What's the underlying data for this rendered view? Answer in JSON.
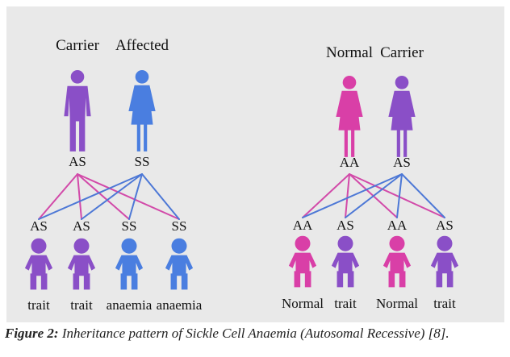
{
  "colors": {
    "panel_bg": "#e9e9e9",
    "purple": "#8a4fc7",
    "blue": "#4a7ee0",
    "magenta": "#d93fa7",
    "line_magenta": "#d24aa9",
    "line_blue": "#4d78d6"
  },
  "left_family": {
    "parents": [
      {
        "role": "Carrier",
        "genotype": "AS",
        "sex": "male",
        "color": "purple",
        "icon": "male-figure-icon"
      },
      {
        "role": "Affected",
        "genotype": "SS",
        "sex": "female",
        "color": "blue",
        "icon": "female-figure-icon"
      }
    ],
    "children": [
      {
        "genotype": "AS",
        "outcome": "trait",
        "color": "purple",
        "icon": "child-figure-icon"
      },
      {
        "genotype": "AS",
        "outcome": "trait",
        "color": "purple",
        "icon": "child-figure-icon"
      },
      {
        "genotype": "SS",
        "outcome": "anaemia",
        "color": "blue",
        "icon": "child-figure-icon"
      },
      {
        "genotype": "SS",
        "outcome": "anaemia",
        "color": "blue",
        "icon": "child-figure-icon"
      }
    ]
  },
  "right_family": {
    "parents": [
      {
        "role": "Normal",
        "genotype": "AA",
        "sex": "female",
        "color": "magenta",
        "icon": "female-figure-icon"
      },
      {
        "role": "Carrier",
        "genotype": "AS",
        "sex": "female",
        "color": "purple",
        "icon": "female-figure-icon"
      }
    ],
    "children": [
      {
        "genotype": "AA",
        "outcome": "Normal",
        "color": "magenta",
        "icon": "child-figure-icon"
      },
      {
        "genotype": "AS",
        "outcome": "trait",
        "color": "purple",
        "icon": "child-figure-icon"
      },
      {
        "genotype": "AA",
        "outcome": "Normal",
        "color": "magenta",
        "icon": "child-figure-icon"
      },
      {
        "genotype": "AS",
        "outcome": "trait",
        "color": "purple",
        "icon": "child-figure-icon"
      }
    ]
  },
  "caption": {
    "label": "Figure 2:",
    "text": "Inheritance pattern of Sickle Cell Anaemia (Autosomal Recessive) [8]."
  }
}
